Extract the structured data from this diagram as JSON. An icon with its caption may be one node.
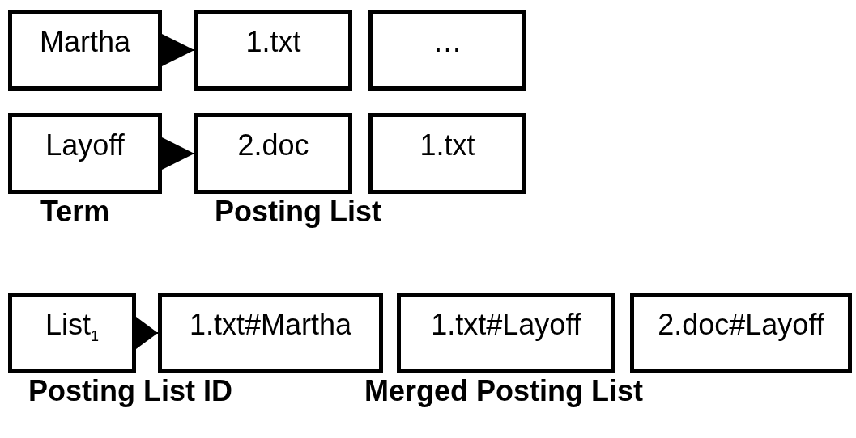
{
  "diagram": {
    "nodes": [
      {
        "text": [
          "Martha"
        ]
      },
      {
        "text": [
          "1.txt"
        ]
      },
      {
        "text": [
          "…"
        ]
      },
      {
        "text": [
          "Layoff"
        ]
      },
      {
        "text": [
          "2.doc"
        ]
      },
      {
        "text": [
          "1.txt"
        ]
      },
      {
        "text": [
          "List$_{1}$"
        ]
      },
      {
        "text": [
          "1.txt#Martha"
        ]
      },
      {
        "text": [
          "1.txt#Layoff"
        ]
      },
      {
        "text": [
          "2.doc#Layoff"
        ]
      }
    ],
    "edges": [
      {
        "from": 0,
        "to": 1,
        "arrow": "to"
      },
      {
        "from": 3,
        "to": 4,
        "arrow": "to"
      },
      {
        "from": 6,
        "to": 7,
        "arrow": "to"
      }
    ],
    "labels": [
      "Term",
      "Posting List",
      "Posting List ID",
      "Merged Posting List"
    ]
  }
}
